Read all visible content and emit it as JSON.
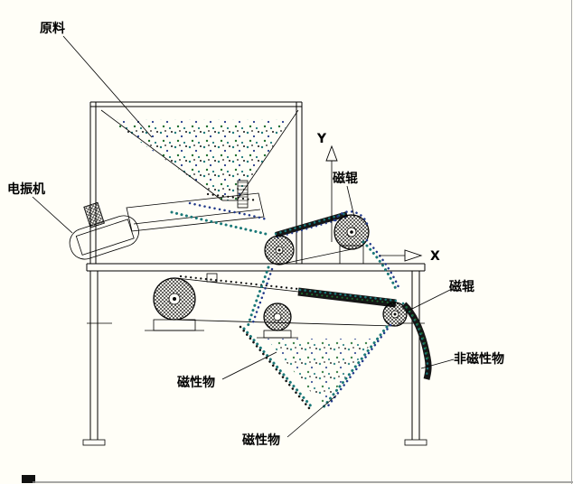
{
  "diagram": {
    "labels": {
      "raw_material": "原料",
      "vibrator": "电振机",
      "magnetic_roller_top": "磁辊",
      "magnetic_roller_right": "磁辊",
      "non_magnetic_material": "非磁性物",
      "magnetic_material_left": "磁性物",
      "magnetic_material_bottom": "磁性物",
      "axis_x": "X",
      "axis_y": "Y"
    },
    "colors": {
      "background": "#fffef7",
      "line": "#000000",
      "belt_band": "#161616",
      "particle_teal": "#1a7878",
      "particle_blue": "#223a8a",
      "particle_green": "#1f6f2f",
      "particle_dark": "#111111"
    }
  }
}
